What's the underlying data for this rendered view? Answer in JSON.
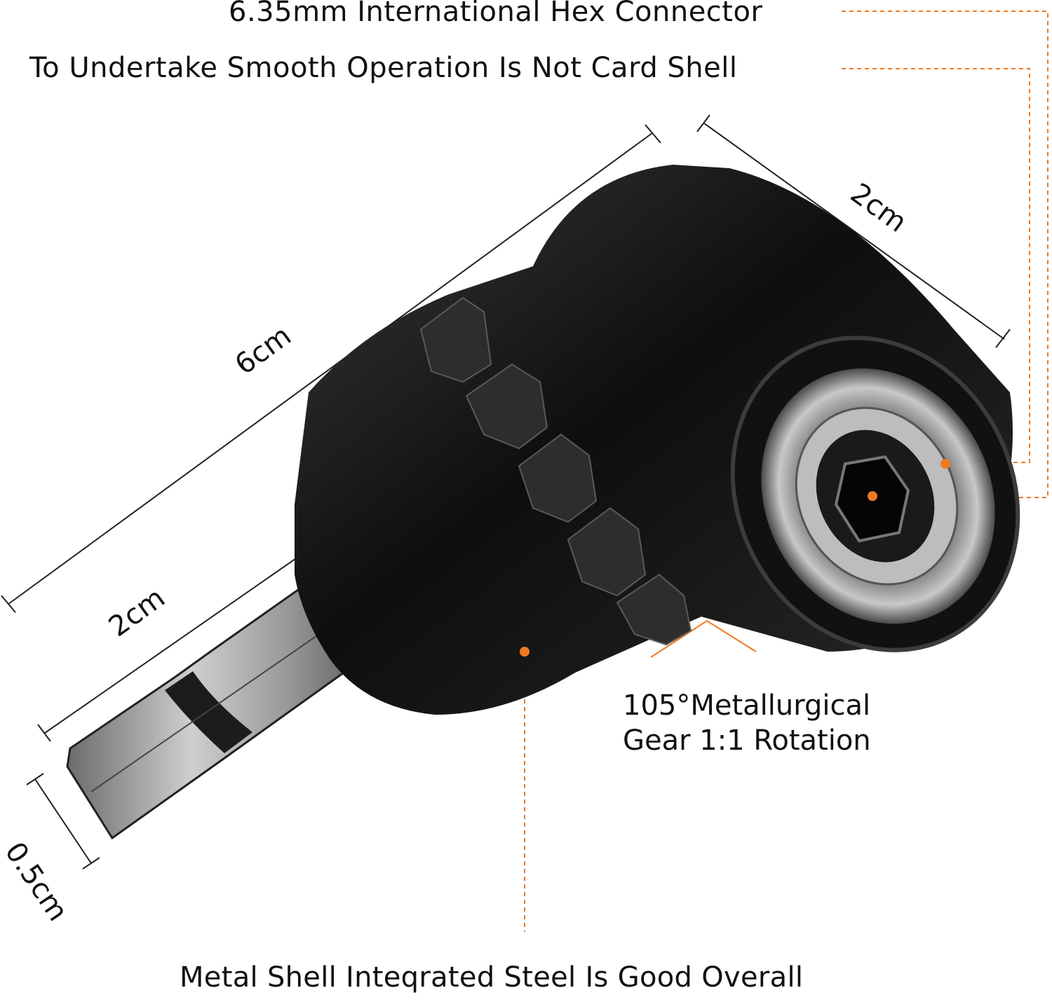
{
  "callouts": {
    "hex_connector": "6.35mm International Hex Connector",
    "smooth_operation": "To Undertake Smooth Operation Is Not Card Shell",
    "gear_line1": "105°Metallurgical",
    "gear_line2": "Gear 1:1 Rotation",
    "metal_shell": "Metal Shell Inteqrated Steel Is Good Overall"
  },
  "dimensions": {
    "length": "6cm",
    "head_width": "2cm",
    "shank_length": "2cm",
    "hex_width": "0.5cm"
  },
  "colors": {
    "accent": "#f07a22",
    "body": "#1a1a1a",
    "metal": "#9a9a9a"
  }
}
